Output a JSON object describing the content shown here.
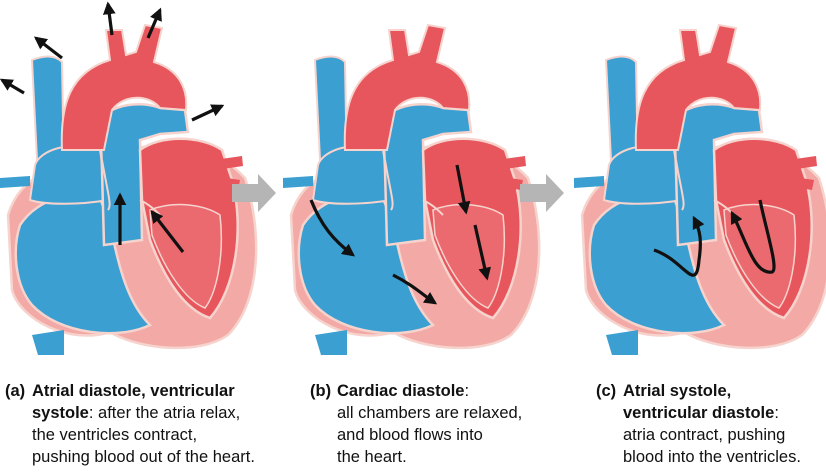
{
  "panels": [
    {
      "letter": "(a)",
      "title_line1": "Atrial diastole, ventricular",
      "title_line2": "systole",
      "colon": ": ",
      "desc_line1": "after the atria relax,",
      "desc_line2": "the ventricles contract,",
      "desc_line3": "pushing blood out of the heart."
    },
    {
      "letter": "(b)",
      "title_line1": "Cardiac diastole",
      "colon": ":",
      "desc_line1": "all chambers are relaxed,",
      "desc_line2": "and blood flows into",
      "desc_line3": "the heart."
    },
    {
      "letter": "(c)",
      "title_line1": "Atrial systole,",
      "title_line2": "ventricular diastole",
      "colon": ":",
      "desc_line1": "atria contract, pushing",
      "desc_line2": "blood into the ventricles."
    }
  ],
  "colors": {
    "blood_oxygenated": "#e8565d",
    "blood_deoxygenated": "#3b9fd1",
    "heart_wall": "#f3a9a5",
    "outline": "#f6d3cd",
    "arrow": "#111111",
    "transition_arrow": "#b5b5b5"
  }
}
